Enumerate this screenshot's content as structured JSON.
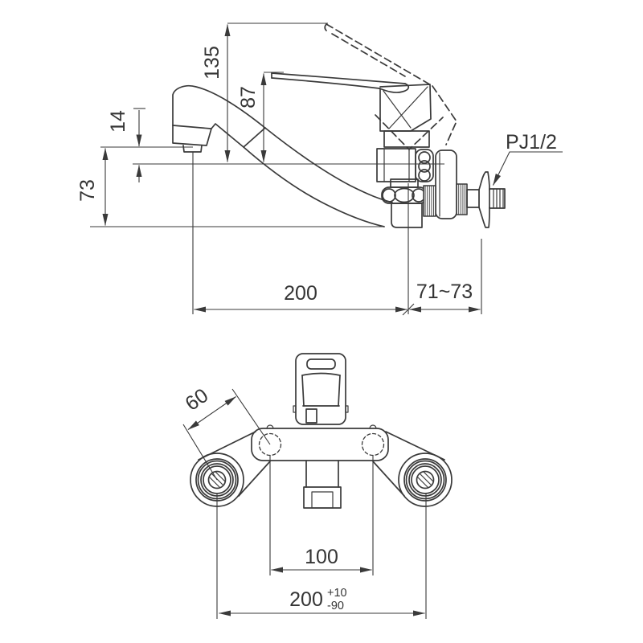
{
  "drawing": {
    "side_view": {
      "dimensions": {
        "height_total": "135",
        "height_handle": "87",
        "spout_drop": "14",
        "height_below": "73",
        "reach": "200",
        "wall_offset": "71~73",
        "connection": "PJ1/2"
      }
    },
    "front_view": {
      "dimensions": {
        "eccentric_length": "60",
        "center_spacing": "100",
        "pitch": "200",
        "pitch_tol_plus": "+10",
        "pitch_tol_minus": "-90"
      }
    },
    "colors": {
      "line": "#3a3a3a",
      "background": "#ffffff"
    }
  }
}
